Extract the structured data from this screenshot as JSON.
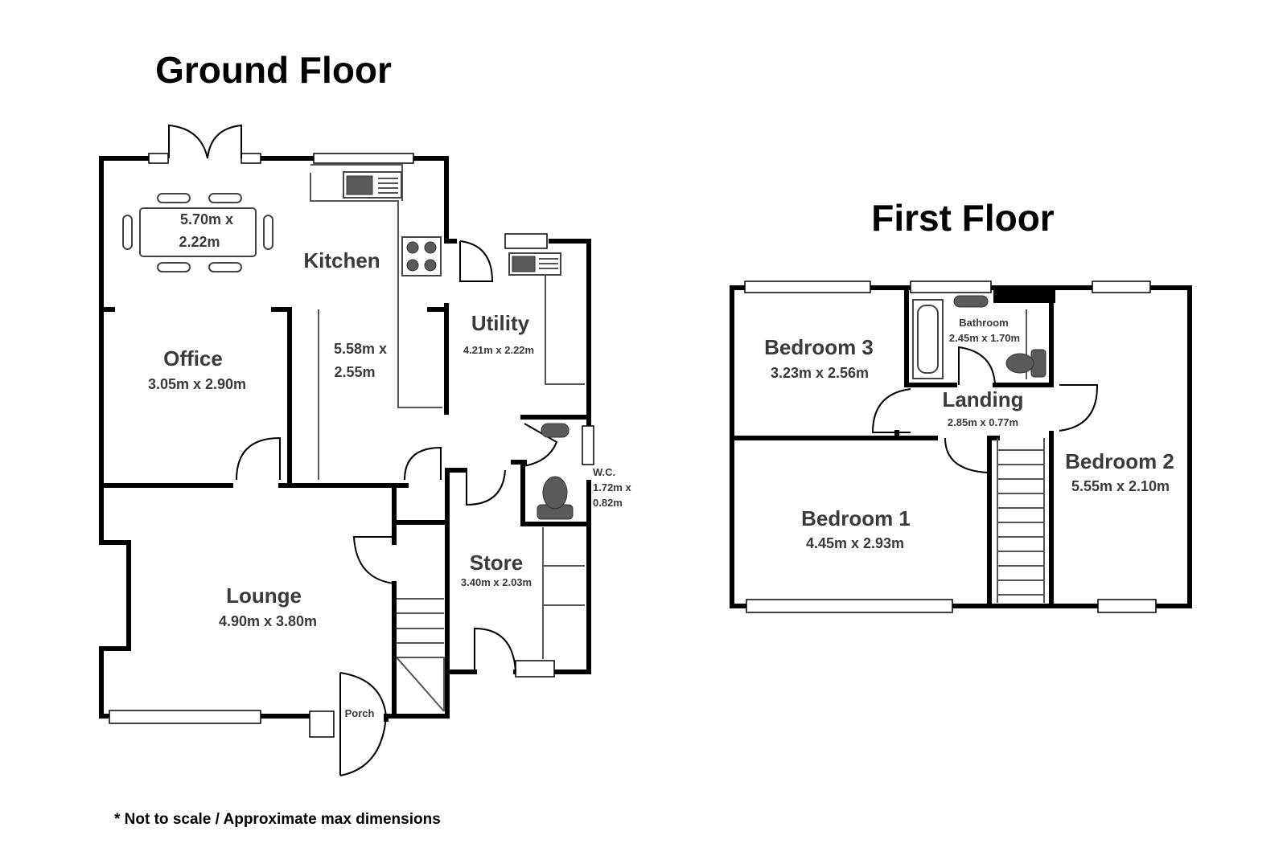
{
  "titles": {
    "ground": "Ground Floor",
    "first": "First Floor"
  },
  "note": "* Not to scale / Approximate max dimensions",
  "ground_floor": {
    "dining": {
      "dim1": "5.70m x",
      "dim2": "2.22m"
    },
    "kitchen": {
      "label": "Kitchen",
      "dim1": "5.58m x",
      "dim2": "2.55m"
    },
    "utility": {
      "label": "Utility",
      "dim": "4.21m x 2.22m"
    },
    "office": {
      "label": "Office",
      "dim": "3.05m x 2.90m"
    },
    "wc": {
      "label": "W.C.",
      "dim1": "1.72m x",
      "dim2": "0.82m"
    },
    "lounge": {
      "label": "Lounge",
      "dim": "4.90m x 3.80m"
    },
    "store": {
      "label": "Store",
      "dim": "3.40m x 2.03m"
    },
    "porch": {
      "label": "Porch"
    }
  },
  "first_floor": {
    "bedroom3": {
      "label": "Bedroom 3",
      "dim": "3.23m x 2.56m"
    },
    "bathroom": {
      "label": "Bathroom",
      "dim": "2.45m x 1.70m"
    },
    "landing": {
      "label": "Landing",
      "dim": "2.85m x 0.77m"
    },
    "bedroom2": {
      "label": "Bedroom 2",
      "dim": "5.55m x 2.10m"
    },
    "bedroom1": {
      "label": "Bedroom 1",
      "dim": "4.45m x 2.93m"
    }
  }
}
